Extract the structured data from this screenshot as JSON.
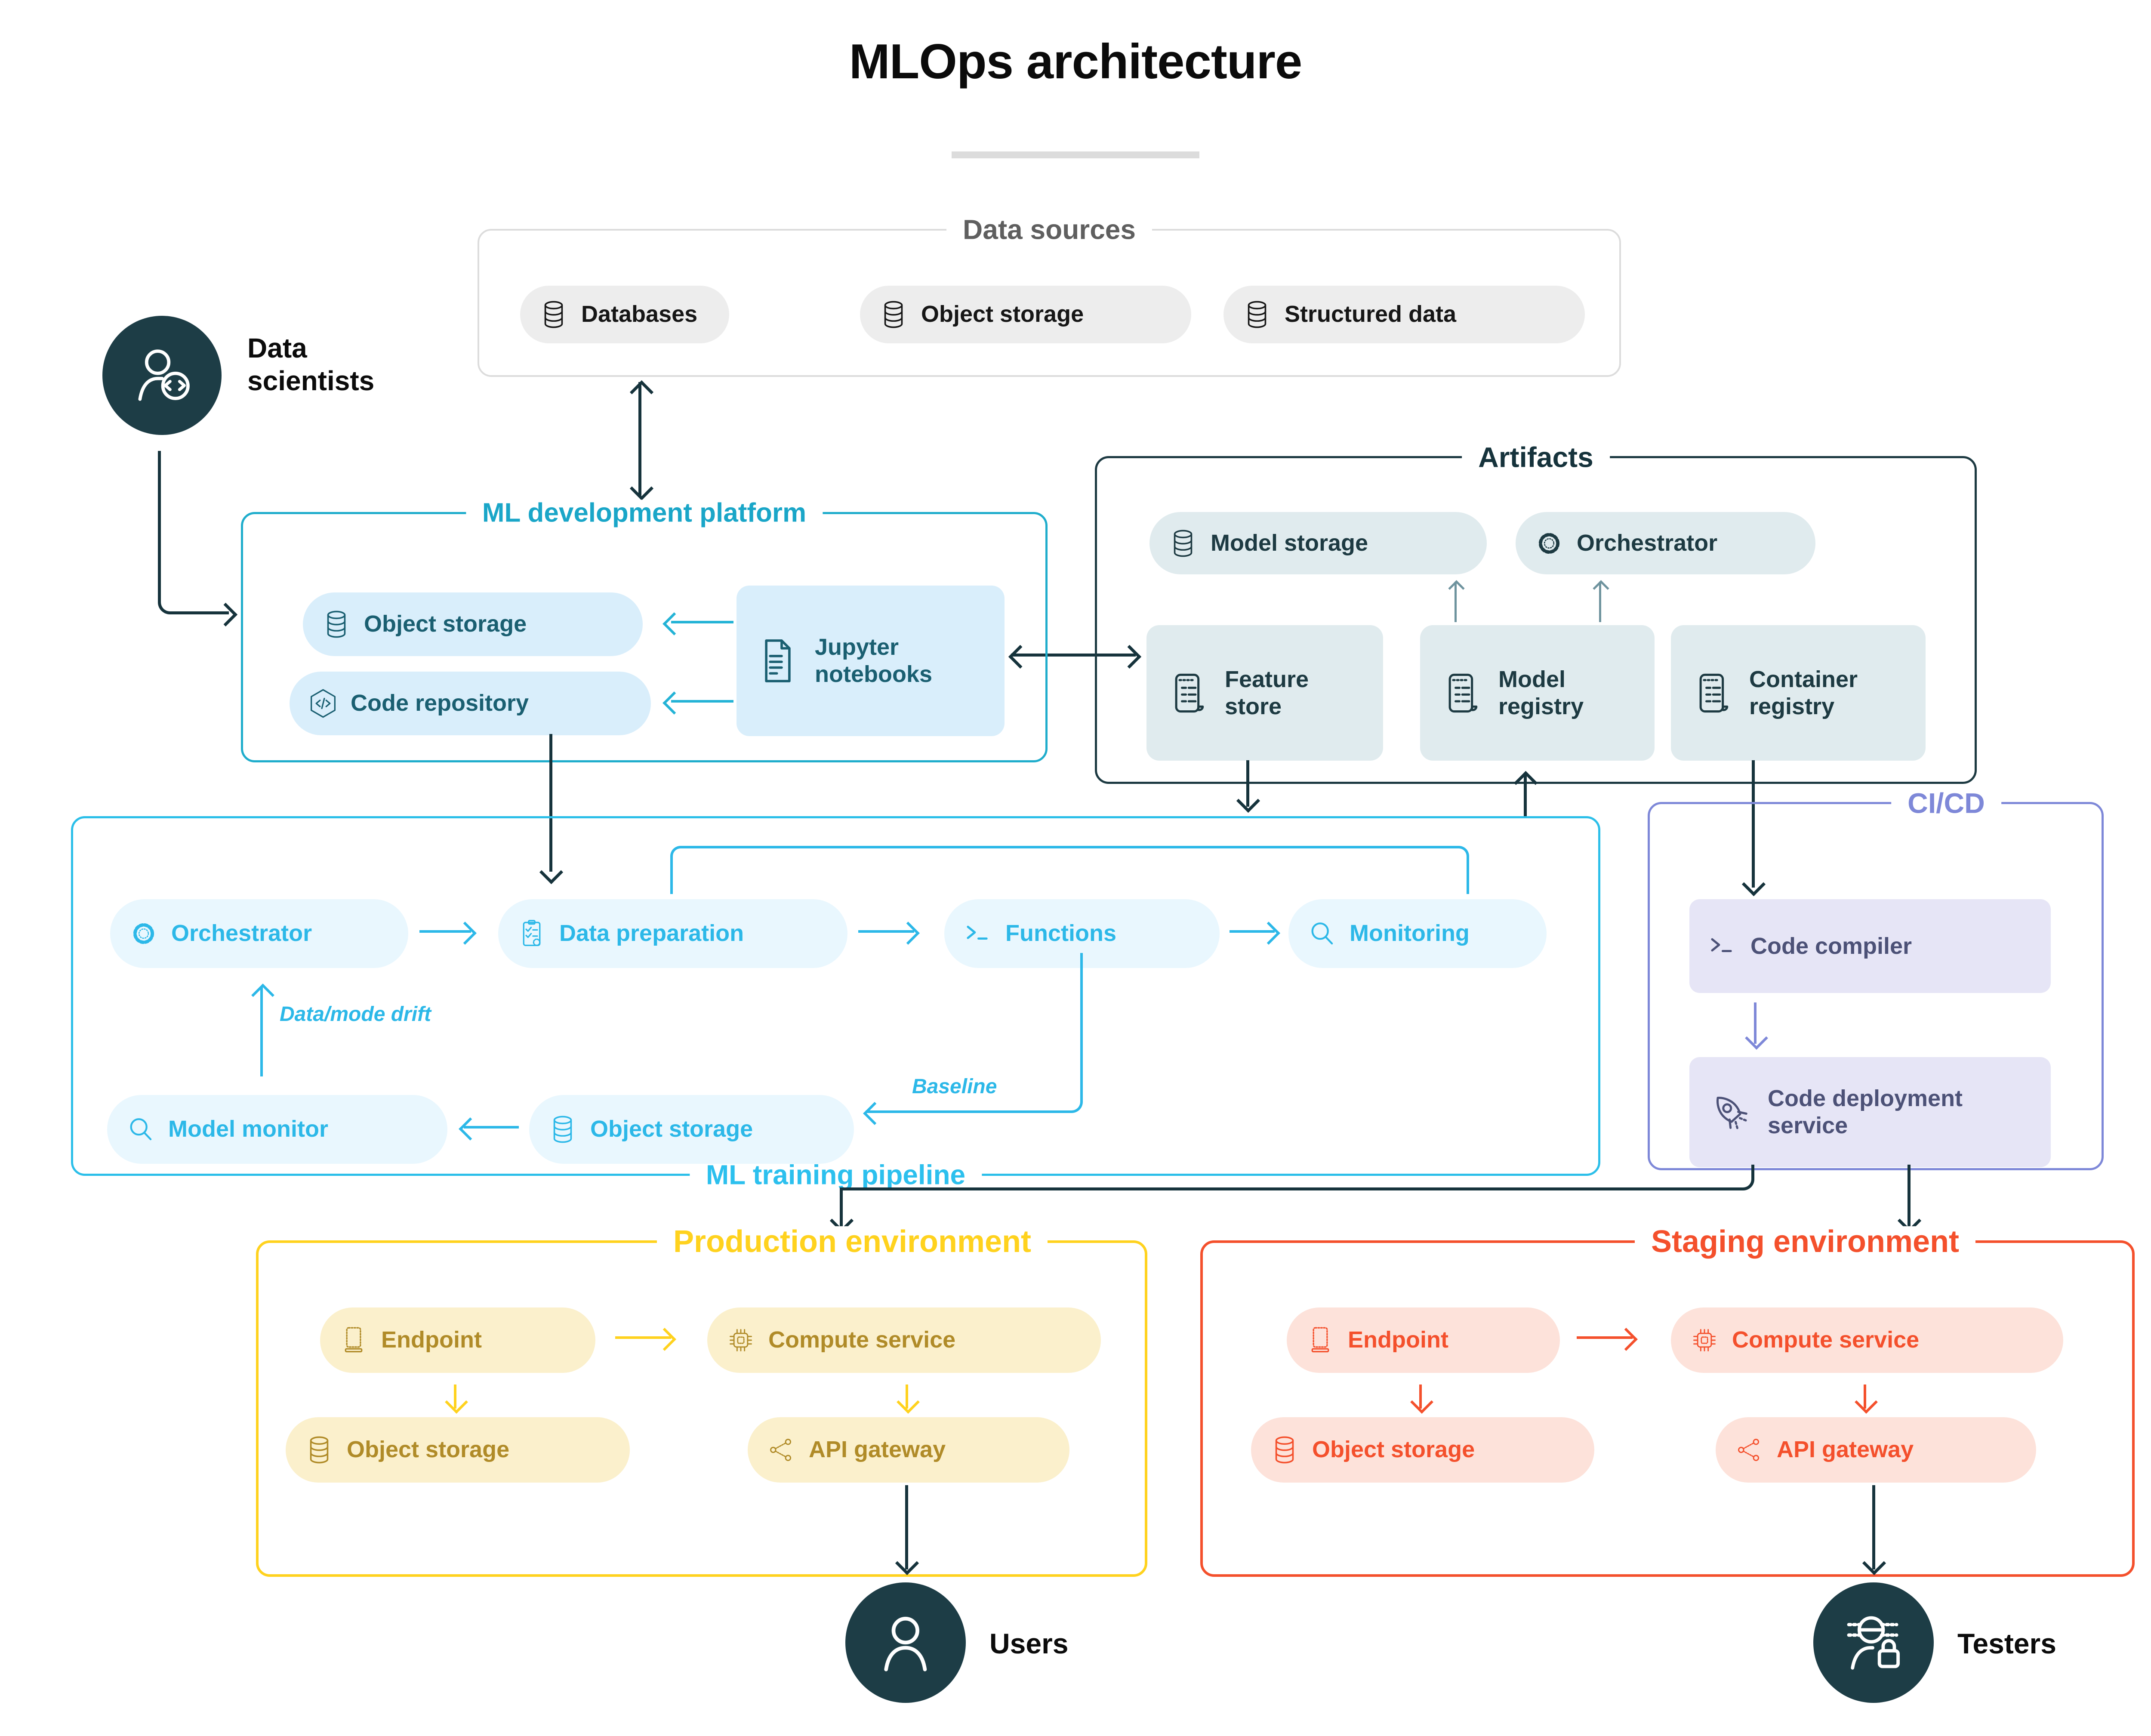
{
  "title": "MLOps architecture",
  "colors": {
    "dark": "#16333c",
    "person_fill": "#1d3d46",
    "gray_border": "#dcdcdc",
    "gray_pill": "#ededed",
    "dev_accent": "#1fadcc",
    "training_accent": "#2cbfe9",
    "artifacts_accent": "#1d3a42",
    "cicd_accent": "#7e88d8",
    "production_accent": "#ffd21e",
    "staging_accent": "#f4502c"
  },
  "actors": {
    "data_scientists": {
      "label": "Data scientists",
      "icon": "person-code-icon"
    },
    "users": {
      "label": "Users",
      "icon": "person-icon"
    },
    "testers": {
      "label": "Testers",
      "icon": "person-lock-icon"
    }
  },
  "groups": {
    "data_sources": {
      "title": "Data sources",
      "items": [
        {
          "label": "Databases",
          "icon": "database-icon"
        },
        {
          "label": "Object storage",
          "icon": "database-icon"
        },
        {
          "label": "Structured data",
          "icon": "database-icon"
        }
      ]
    },
    "ml_development_platform": {
      "title": "ML development platform",
      "items": [
        {
          "label": "Object storage",
          "icon": "database-icon"
        },
        {
          "label": "Code repository",
          "icon": "code-repository-icon"
        },
        {
          "label": "Jupyter notebooks",
          "icon": "notebook-icon"
        }
      ]
    },
    "artifacts": {
      "title": "Artifacts",
      "items": [
        {
          "label": "Model storage",
          "icon": "database-icon"
        },
        {
          "label": "Orchestrator",
          "icon": "gear-icon"
        },
        {
          "label": "Feature store",
          "icon": "scroll-icon"
        },
        {
          "label": "Model registry",
          "icon": "scroll-icon"
        },
        {
          "label": "Container registry",
          "icon": "scroll-icon"
        }
      ]
    },
    "ml_training_pipeline": {
      "title": "ML training pipeline",
      "items": [
        {
          "label": "Orchestrator",
          "icon": "gear-icon"
        },
        {
          "label": "Data preparation",
          "icon": "clipboard-check-icon"
        },
        {
          "label": "Functions",
          "icon": "terminal-icon"
        },
        {
          "label": "Monitoring",
          "icon": "magnifier-icon"
        },
        {
          "label": "Model monitor",
          "icon": "magnifier-icon"
        },
        {
          "label": "Object storage",
          "icon": "database-icon"
        }
      ],
      "edge_labels": {
        "drift": "Data/mode drift",
        "baseline": "Baseline"
      }
    },
    "cicd": {
      "title": "CI/CD",
      "items": [
        {
          "label": "Code compiler",
          "icon": "terminal-icon"
        },
        {
          "label": "Code deployment service",
          "icon": "rocket-icon"
        }
      ]
    },
    "production_environment": {
      "title": "Production environment",
      "items": [
        {
          "label": "Endpoint",
          "icon": "device-icon"
        },
        {
          "label": "Compute service",
          "icon": "chip-icon"
        },
        {
          "label": "Object storage",
          "icon": "database-icon"
        },
        {
          "label": "API gateway",
          "icon": "share-icon"
        }
      ]
    },
    "staging_environment": {
      "title": "Staging environment",
      "items": [
        {
          "label": "Endpoint",
          "icon": "device-icon"
        },
        {
          "label": "Compute service",
          "icon": "chip-icon"
        },
        {
          "label": "Object storage",
          "icon": "database-icon"
        },
        {
          "label": "API gateway",
          "icon": "share-icon"
        }
      ]
    }
  },
  "edges": [
    "data_scientists -> ml_development_platform",
    "data_sources <-> ml_development_platform",
    "jupyter_notebooks -> object_storage",
    "jupyter_notebooks -> code_repository",
    "jupyter_notebooks <-> feature_store",
    "model_registry -> model_storage",
    "model_registry -> orchestrator",
    "code_repository -> data_preparation",
    "feature_store -> ml_training_pipeline",
    "ml_training_pipeline -> model_registry",
    "container_registry -> code_compiler",
    "orchestrator -> data_preparation",
    "data_preparation -> functions",
    "functions -> monitoring",
    "data_preparation -> monitoring",
    "functions -> object_storage (baseline)",
    "object_storage -> model_monitor",
    "model_monitor -> orchestrator (data/mode drift)",
    "code_compiler -> code_deployment_service",
    "code_deployment_service -> production_environment",
    "code_deployment_service -> staging_environment",
    "endpoint -> compute_service",
    "endpoint -> object_storage",
    "compute_service -> api_gateway",
    "api_gateway -> users",
    "api_gateway -> testers"
  ]
}
